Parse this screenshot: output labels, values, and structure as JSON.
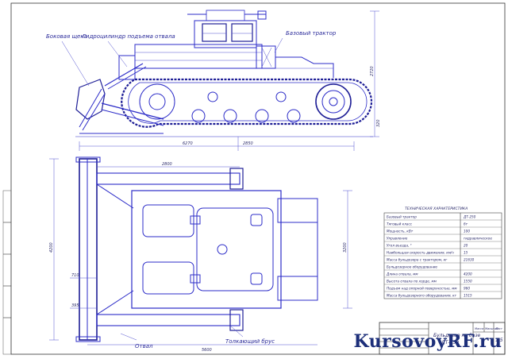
{
  "callouts": {
    "side_blade": "Боковая щека",
    "hydraulic_cylinder": "Гидроцилиндр подъема отвала",
    "base_tractor": "Базовый трактор",
    "blade": "Отвал",
    "push_beam": "Толкающий брус"
  },
  "dimensions": {
    "overall_length": "6270",
    "height": "2720",
    "track_length": "2850",
    "width_top": "2800",
    "blade_width": "4200",
    "track_width": "3200",
    "rear_length": "5600",
    "small_a": "710",
    "small_b": "395",
    "clearance": "320"
  },
  "spec_table": {
    "title": "ТЕХНИЧЕСКАЯ ХАРАКТЕРИСТИКА",
    "rows": [
      {
        "label": "Базовый трактор",
        "value": "ДТ-250"
      },
      {
        "label": "Тяговый класс",
        "value": "6т"
      },
      {
        "label": "Мощность, кВт",
        "value": "100"
      },
      {
        "label": "Управление",
        "value": "гидравлическое"
      },
      {
        "label": "Угол въезда, °",
        "value": "20"
      },
      {
        "label": "Наибольшая скорость движения, км/ч",
        "value": "15"
      },
      {
        "label": "Масса бульдозера с трактором, кг",
        "value": "21630"
      },
      {
        "label": "Бульдозерное оборудование",
        "value": ""
      },
      {
        "label": "Длина отвала, мм",
        "value": "4200"
      },
      {
        "label": "Высота отвала по хорде, мм",
        "value": "1550"
      },
      {
        "label": "Подъем над опорной поверхностью, мм",
        "value": "960"
      },
      {
        "label": "Масса бульдозерного оборудования, кг",
        "value": "1515"
      }
    ]
  },
  "title_block": {
    "name_line1": "Бульдозер на базе",
    "name_line2": "ДТ-250",
    "sheet_number": "1.5",
    "scale_label": "Масштаб",
    "sheet_label": "Лист",
    "mass_label": "Масса"
  },
  "watermark": {
    "text_a": "Kursovoy",
    "text_b": "RF",
    "text_c": ".ru"
  },
  "colors": {
    "line": "#2c2cc8",
    "label": "#2b2b9a",
    "watermark": "#1d2f7a"
  }
}
